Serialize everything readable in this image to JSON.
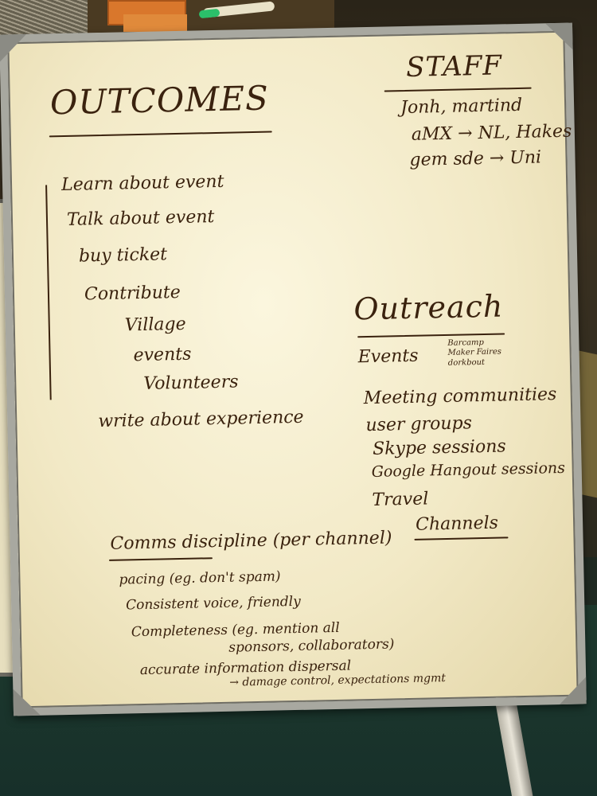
{
  "board": {
    "outcomes": {
      "title": "OUTCOMES",
      "items": [
        "Learn about event",
        "Talk about event",
        "buy ticket",
        "Contribute",
        "Village",
        "events",
        "Volunteers",
        "write about experience"
      ]
    },
    "staff": {
      "title": "STAFF",
      "lines": [
        "Jonh, martind",
        "aMX → NL, Hakes",
        "gem sde → Uni"
      ]
    },
    "outreach": {
      "title": "Outreach",
      "events_label": "Events",
      "events_sub": [
        "Barcamp",
        "Maker Faires",
        "dorkbout"
      ],
      "items": [
        "Meeting communities",
        "user groups",
        "Skype sessions",
        "Google Hangout sessions",
        "Travel"
      ],
      "channels": "Channels"
    },
    "comms": {
      "title": "Comms discipline (per channel)",
      "items": [
        "pacing (eg. don't spam)",
        "Consistent voice, friendly",
        "Completeness (eg. mention all",
        "sponsors, collaborators)",
        "accurate information dispersal",
        "→ damage control, expectations mgmt"
      ]
    }
  }
}
